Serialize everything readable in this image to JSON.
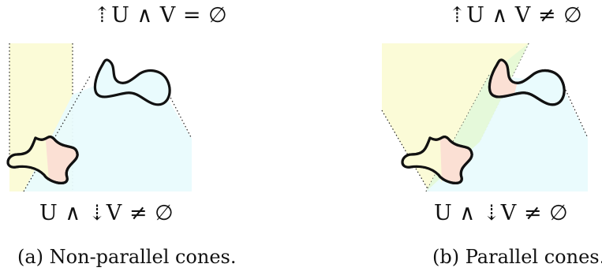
{
  "panels": [
    {
      "top_label": "⇡U ∧ V = ∅",
      "bottom_label": "U ∧ ⇣V ≠ ∅",
      "caption": "(a) Non-parallel cones."
    },
    {
      "top_label": "⇡U ∧ V ≠ ∅",
      "bottom_label": "U ∧ ⇣V ≠ ∅",
      "caption": "(b) Parallel cones."
    }
  ],
  "colors": {
    "up_cone_fill": "#fbfbd7",
    "down_cone_fill": "#e9fbfd",
    "overlap_fill": "#fbe0d4",
    "shape_stroke": "#111111",
    "parallel_overlap_fill": "#e4f8d6"
  }
}
